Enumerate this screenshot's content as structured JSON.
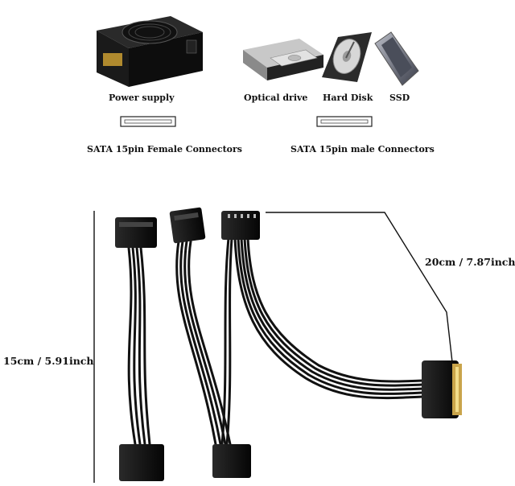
{
  "devices": {
    "power_supply": "Power supply",
    "optical_drive": "Optical drive",
    "hard_disk": "Hard Disk",
    "ssd": "SSD"
  },
  "connectors": {
    "female": "SATA 15pin Female Connectors",
    "male": "SATA 15pin male Connectors"
  },
  "dimensions": {
    "height": "15cm / 5.91inch",
    "length": "20cm / 7.87inch"
  }
}
